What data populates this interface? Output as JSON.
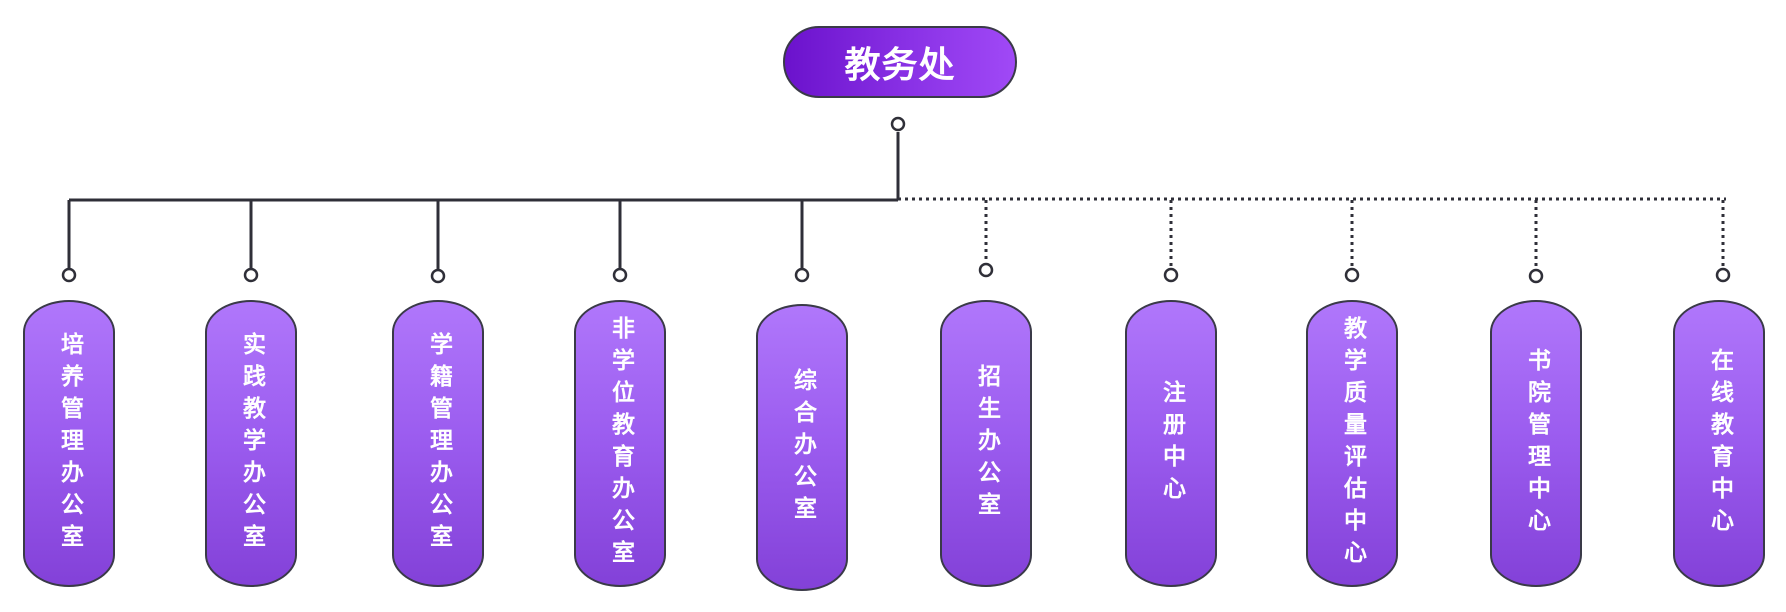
{
  "root": {
    "label": "教务处"
  },
  "units": [
    {
      "label": "培养管理办公室",
      "link": "solid"
    },
    {
      "label": "实践教学办公室",
      "link": "solid"
    },
    {
      "label": "学籍管理办公室",
      "link": "solid"
    },
    {
      "label": "非学位教育办公室",
      "link": "solid"
    },
    {
      "label": "综合办公室",
      "link": "solid"
    },
    {
      "label": "招生办公室",
      "link": "dashed"
    },
    {
      "label": "注册中心",
      "link": "dashed"
    },
    {
      "label": "教学质量评估中心",
      "link": "dashed"
    },
    {
      "label": "书院管理中心",
      "link": "dashed"
    },
    {
      "label": "在线教育中心",
      "link": "dashed"
    }
  ],
  "colors": {
    "line": "#2f2f38",
    "root_fill_start": "#6b12cc",
    "root_fill_end": "#a049f6",
    "unit_fill_top": "#b077fb",
    "unit_fill_bottom": "#8341d8",
    "text": "#ffffff"
  }
}
